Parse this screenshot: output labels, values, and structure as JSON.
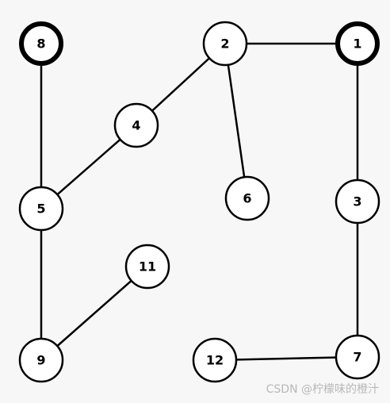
{
  "graph": {
    "nodes": [
      {
        "id": "1",
        "label": "1",
        "emphasized": true
      },
      {
        "id": "2",
        "label": "2",
        "emphasized": false
      },
      {
        "id": "3",
        "label": "3",
        "emphasized": false
      },
      {
        "id": "4",
        "label": "4",
        "emphasized": false
      },
      {
        "id": "5",
        "label": "5",
        "emphasized": false
      },
      {
        "id": "6",
        "label": "6",
        "emphasized": false
      },
      {
        "id": "7",
        "label": "7",
        "emphasized": false
      },
      {
        "id": "8",
        "label": "8",
        "emphasized": true
      },
      {
        "id": "9",
        "label": "9",
        "emphasized": false
      },
      {
        "id": "11",
        "label": "11",
        "emphasized": false
      },
      {
        "id": "12",
        "label": "12",
        "emphasized": false
      }
    ],
    "edges": [
      [
        "2",
        "1"
      ],
      [
        "1",
        "3"
      ],
      [
        "3",
        "7"
      ],
      [
        "7",
        "12"
      ],
      [
        "2",
        "4"
      ],
      [
        "2",
        "6"
      ],
      [
        "4",
        "5"
      ],
      [
        "8",
        "5"
      ],
      [
        "5",
        "9"
      ],
      [
        "9",
        "11"
      ]
    ]
  },
  "watermark": "CSDN @柠檬味的橙汁",
  "colors": {
    "background": "#f7f7f7",
    "node_fill": "#ffffff",
    "stroke": "#000000",
    "watermark": "#b8b8b8"
  }
}
